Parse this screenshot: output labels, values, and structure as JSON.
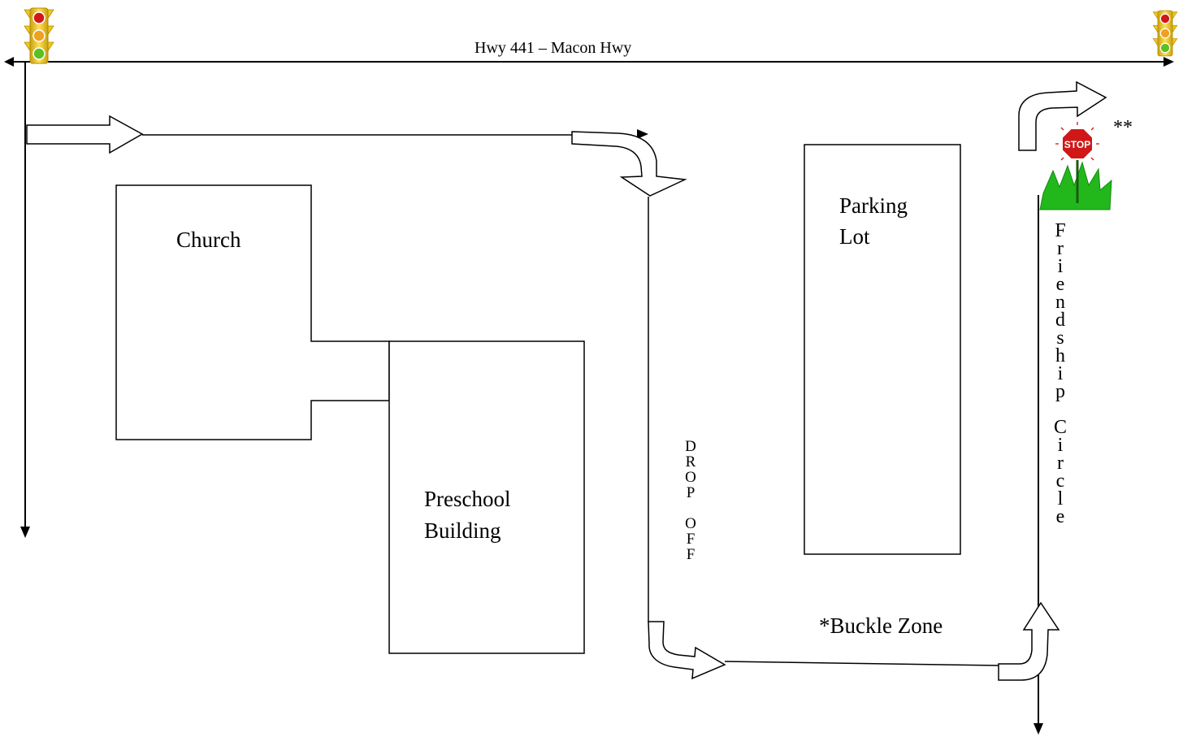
{
  "highway": {
    "label": "Hwy 441 – Macon Hwy"
  },
  "buildings": {
    "church": "Church",
    "preschool_line1": "Preschool",
    "preschool_line2": "Building",
    "parking_line1": "Parking",
    "parking_line2": "Lot"
  },
  "drop_off": {
    "letters": [
      "D",
      "R",
      "O",
      "P",
      "",
      "O",
      "F",
      "F"
    ]
  },
  "friendship_circle": {
    "letters": [
      "F",
      "r",
      "i",
      "e",
      "n",
      "d",
      "s",
      "h",
      "i",
      "p",
      "",
      "C",
      "i",
      "r",
      "c",
      "l",
      "e"
    ]
  },
  "buckle_zone": "*Buckle Zone",
  "stop_note": "**",
  "stop_sign": "STOP",
  "icons": [
    "traffic-light-icon",
    "stop-sign-icon",
    "grass-icon"
  ],
  "colors": {
    "stop_red": "#d01818",
    "traffic_light_yellow": "#f2c81c",
    "grass_green": "#22b81c"
  }
}
